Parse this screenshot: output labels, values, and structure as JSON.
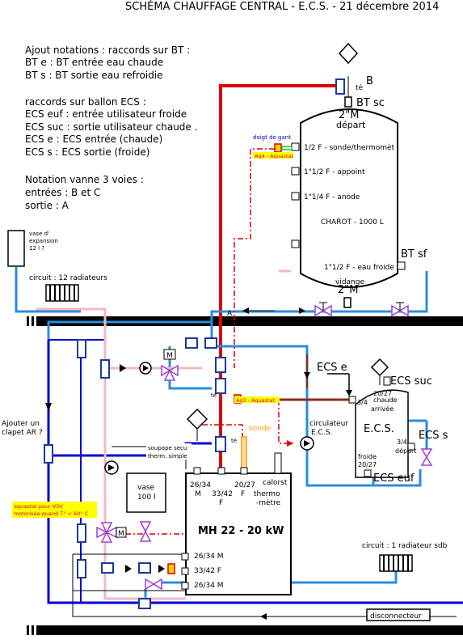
{
  "title": "SCHÉMA CHAUFFAGE CENTRAL - E.C.S. - 21 décembre 2014",
  "notes": {
    "lines": [
      "Ajout notations : raccords sur BT :",
      "BT e : BT entrée eau chaude",
      "BT s : BT sortie eau refroidie",
      "",
      "raccords sur ballon ECS :",
      "ECS euf : entrée utilisateur froide",
      "ECS suc : sortie utilisateur chaude .",
      "ECS e : ECS entrée (chaude)",
      "ECS s : ECS sortie (froide)",
      "",
      "Notation vanne 3 voies :",
      "entrées : B et C",
      "sortie : A"
    ]
  },
  "buffer_tank": {
    "label_B": "B",
    "label_te": "té",
    "label_bt_sc": "BT sc",
    "top_size": "2\"M",
    "top_role": "départ",
    "doigt_de_gant": "doigt de gant",
    "aquastat": "Aq4 - Aquastat",
    "fittings": [
      "1/2 F - sonde/thermomèt",
      "1\"1/2 F - appoint",
      "1\"1/4 F - anode"
    ],
    "name": "CHAROT - 1000 L",
    "bottom_fitting": "1\"1/2 F - eau froide",
    "bt_sf": "BT sf",
    "drain": "vidange",
    "drain_size": "2\"M",
    "label_A": "A"
  },
  "expansion_vessel": {
    "label": [
      "vase d'",
      "expansion",
      "12 l ?"
    ]
  },
  "circuit_12": "circuit : 12 radiateurs",
  "ecs_tank": {
    "ecs_e": "ECS e",
    "ecs_suc": "ECS suc",
    "inlet_size": "3/4",
    "hot_size": "20/27",
    "hot_role": "chaude",
    "hot_role2": "arrivée",
    "name": "E.C.S.",
    "out_size": "3/4",
    "out_role": "départ",
    "ecs_s": "ECS s",
    "cold_role": "froide",
    "cold_size": "20/27",
    "ecs_euf": "ECS euf"
  },
  "circulator": {
    "label": [
      "circulateur",
      "E.C.S."
    ]
  },
  "aquastat3": "Aq3 - Aquastat",
  "label_te2": "té",
  "label_te3": "té",
  "sonde": "sonde",
  "soupape": "soupape secu",
  "therm_simple": "therm. simple",
  "clapet": [
    "Ajouter un",
    "clapet AR ?"
  ],
  "vase_100": [
    "vase",
    "100 l"
  ],
  "aquastat_v3v": [
    "aquastat pour V3V",
    "motorisée quand  T° < 60° C"
  ],
  "boiler": {
    "name": "MH 22 - 20 kW",
    "top_labels": [
      "26/34",
      "M",
      "33/42",
      "F",
      "20/27",
      "F",
      "calorst",
      "thermo",
      "-mètre"
    ],
    "side_labels": [
      "26/34 M",
      "33/42  F",
      "26/34 M"
    ]
  },
  "valve_M": "M",
  "circuit_1": "circuit : 1 radiateur sdb",
  "disconnecteur": "disconnecteur",
  "colors": {
    "hot": "#e00000",
    "return_blue": "#2a8de0",
    "dark_blue": "#0000d0",
    "pink": "#f4b8c4",
    "brown": "#8b2a1a",
    "yellow_label": "#ffff00",
    "purple": "#a040d0"
  }
}
